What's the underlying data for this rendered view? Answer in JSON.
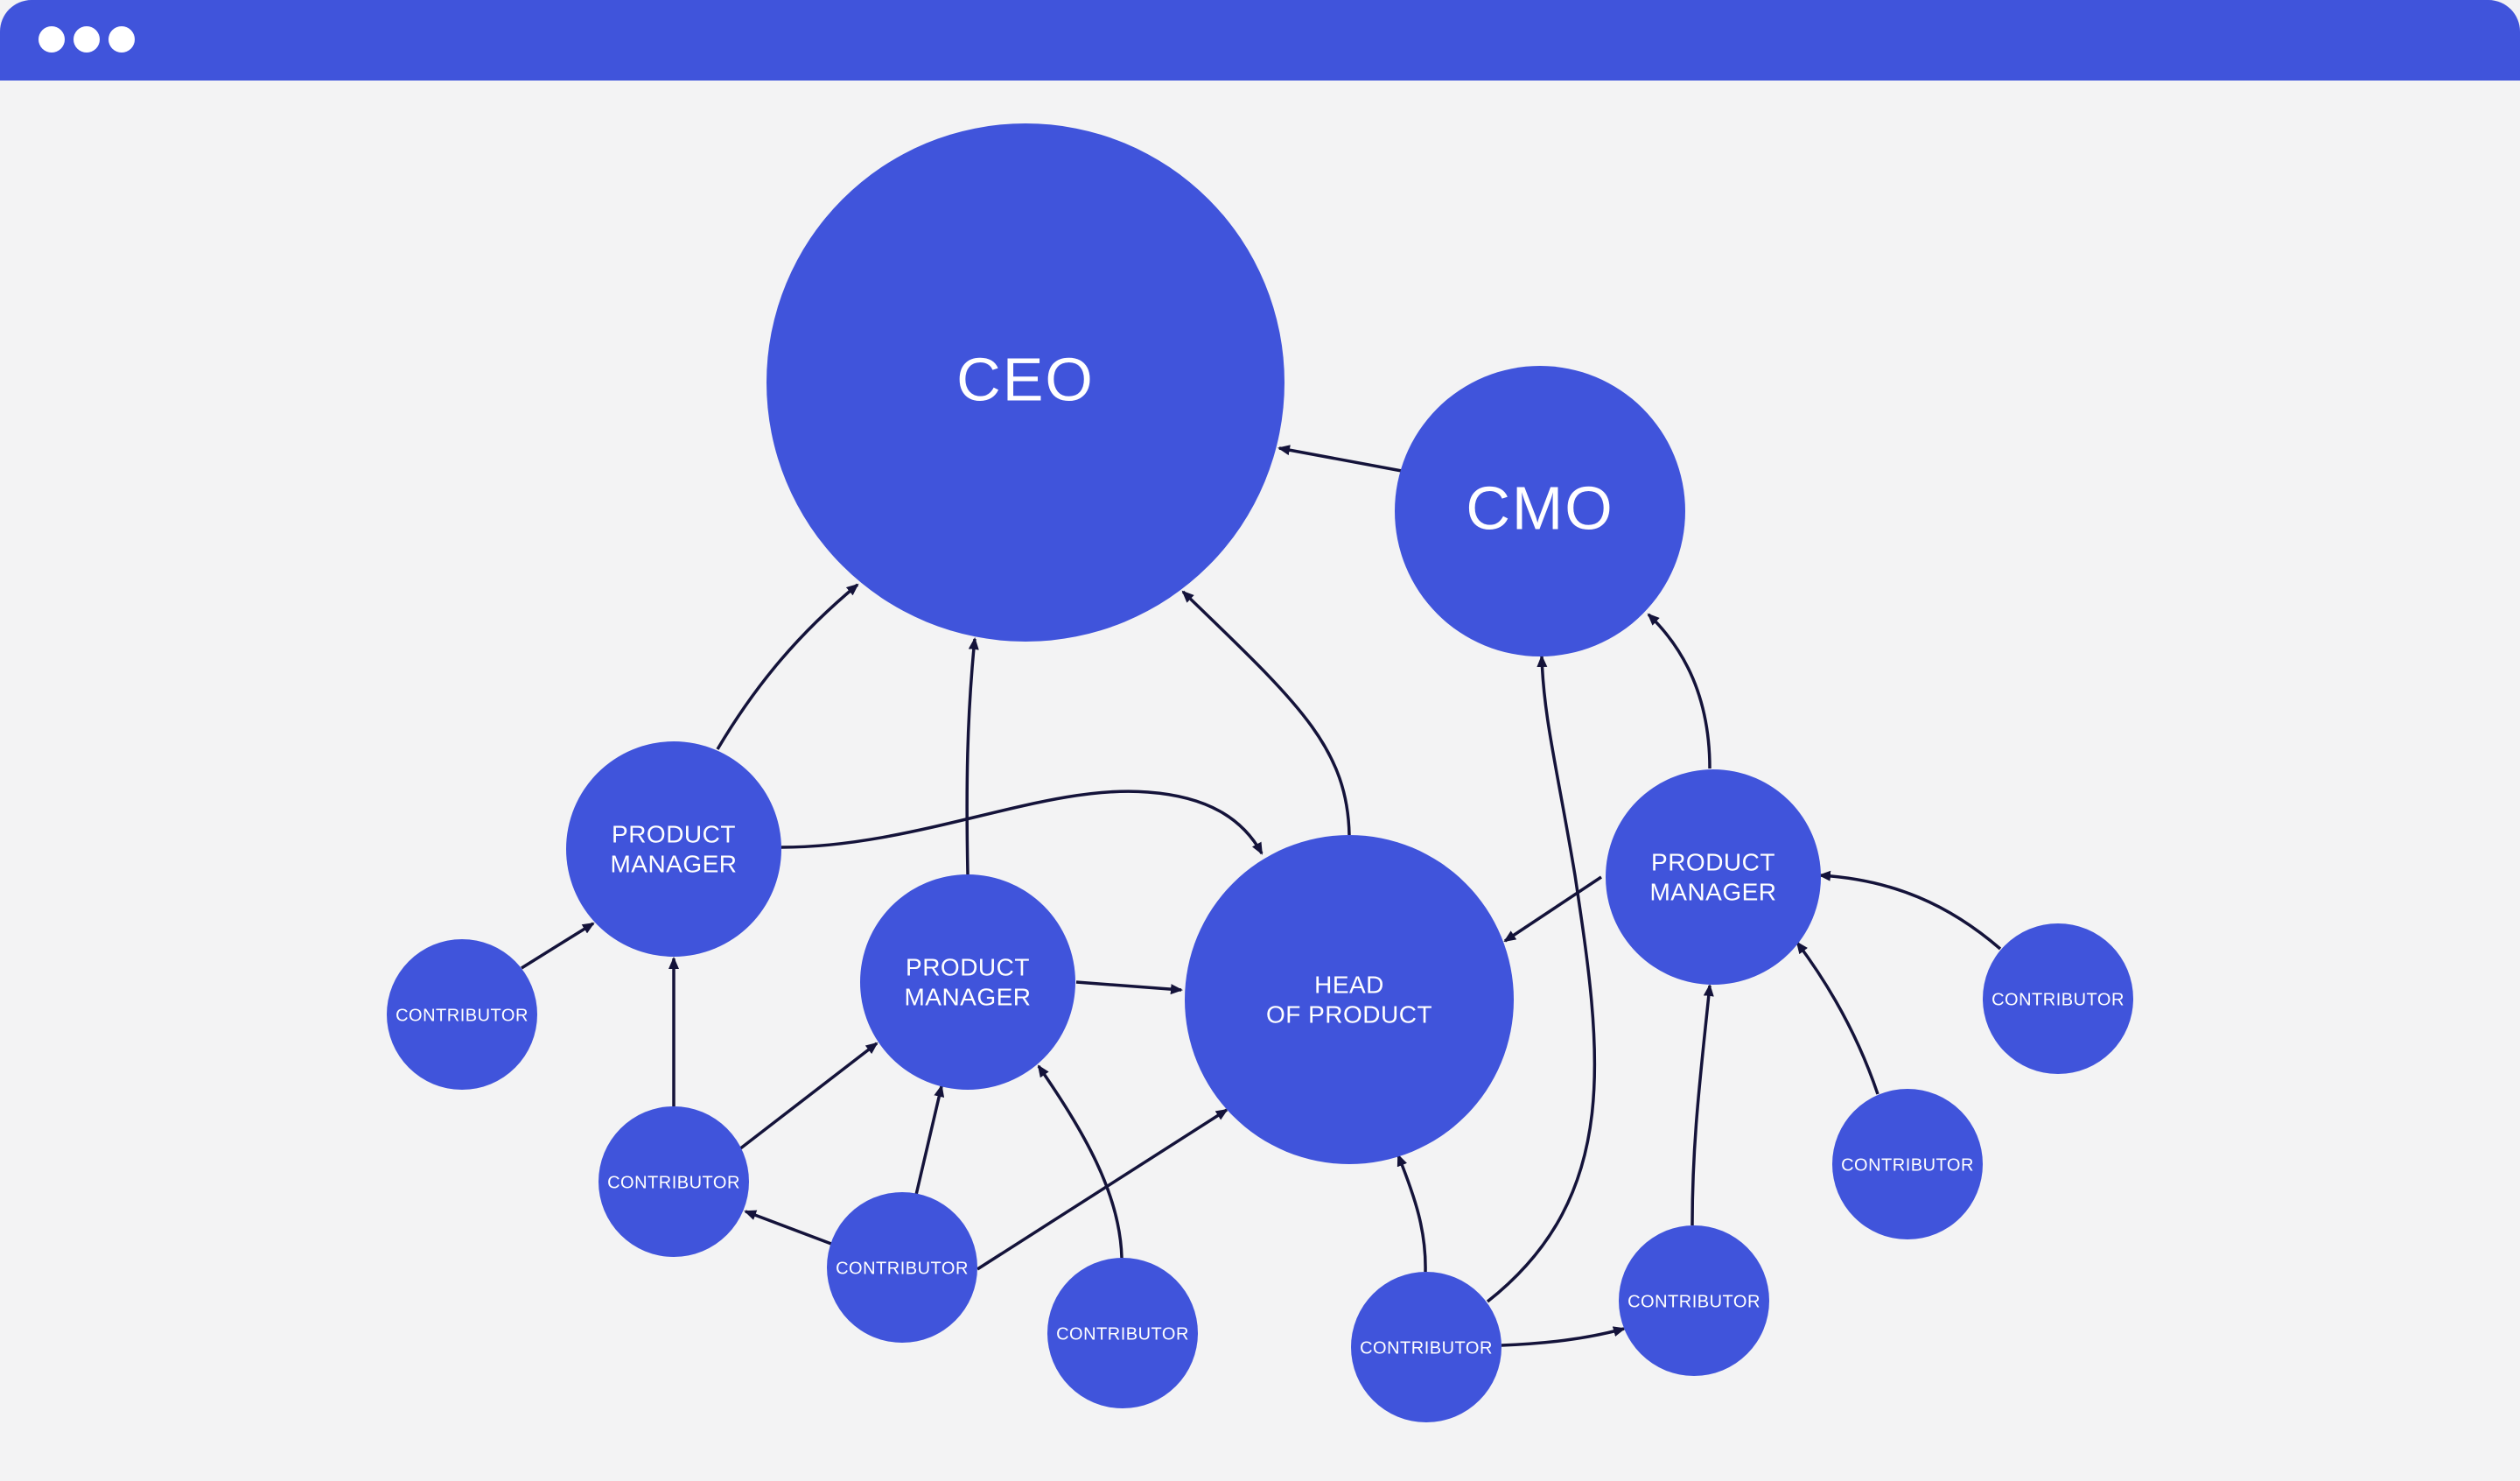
{
  "window": {
    "controls": [
      "window-dot-1",
      "window-dot-2",
      "window-dot-3"
    ]
  },
  "colors": {
    "titlebar": "#4054db",
    "node": "#4054db",
    "edge": "#14133a",
    "background": "#f3f3f4",
    "label": "#ffffff"
  },
  "diagram": {
    "nodes": [
      {
        "id": "ceo",
        "lines": [
          "CEO"
        ]
      },
      {
        "id": "cmo",
        "lines": [
          "CMO"
        ]
      },
      {
        "id": "head",
        "lines": [
          "HEAD",
          "OF PRODUCT"
        ]
      },
      {
        "id": "pm1",
        "lines": [
          "PRODUCT",
          "MANAGER"
        ]
      },
      {
        "id": "pm2",
        "lines": [
          "PRODUCT",
          "MANAGER"
        ]
      },
      {
        "id": "pm3",
        "lines": [
          "PRODUCT",
          "MANAGER"
        ]
      },
      {
        "id": "c1",
        "lines": [
          "CONTRIBUTOR"
        ]
      },
      {
        "id": "c2",
        "lines": [
          "CONTRIBUTOR"
        ]
      },
      {
        "id": "c3",
        "lines": [
          "CONTRIBUTOR"
        ]
      },
      {
        "id": "c4",
        "lines": [
          "CONTRIBUTOR"
        ]
      },
      {
        "id": "c5",
        "lines": [
          "CONTRIBUTOR"
        ]
      },
      {
        "id": "c6",
        "lines": [
          "CONTRIBUTOR"
        ]
      },
      {
        "id": "c7",
        "lines": [
          "CONTRIBUTOR"
        ]
      },
      {
        "id": "c8",
        "lines": [
          "CONTRIBUTOR"
        ]
      }
    ],
    "edges": [
      {
        "from": "cmo",
        "to": "ceo"
      },
      {
        "from": "pm1",
        "to": "ceo"
      },
      {
        "from": "pm2",
        "to": "ceo"
      },
      {
        "from": "head",
        "to": "ceo"
      },
      {
        "from": "pm1",
        "to": "head"
      },
      {
        "from": "pm2",
        "to": "head"
      },
      {
        "from": "pm3",
        "to": "head"
      },
      {
        "from": "pm3",
        "to": "cmo"
      },
      {
        "from": "c6",
        "to": "cmo"
      },
      {
        "from": "c1",
        "to": "pm1"
      },
      {
        "from": "c2",
        "to": "pm1"
      },
      {
        "from": "c2",
        "to": "pm2"
      },
      {
        "from": "c3",
        "to": "c2"
      },
      {
        "from": "c3",
        "to": "pm2"
      },
      {
        "from": "c3",
        "to": "head"
      },
      {
        "from": "c4",
        "to": "pm2"
      },
      {
        "from": "c6",
        "to": "head"
      },
      {
        "from": "c6",
        "to": "c7"
      },
      {
        "from": "c7",
        "to": "pm3"
      },
      {
        "from": "c8",
        "to": "pm3"
      },
      {
        "from": "c5",
        "to": "pm3"
      }
    ]
  }
}
